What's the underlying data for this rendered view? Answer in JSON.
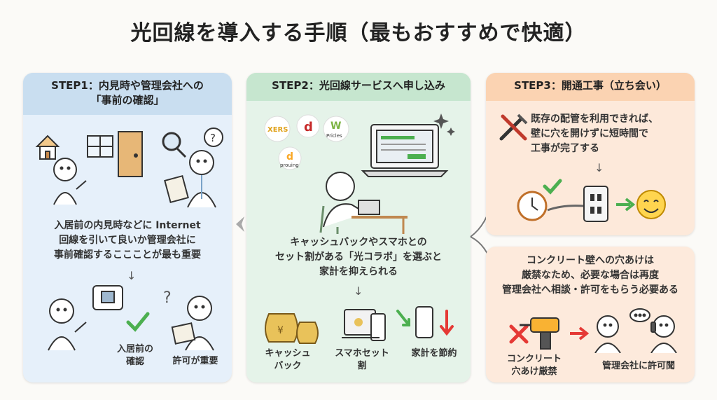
{
  "title": "光回線を導入する手順（最もおすすめで快適）",
  "step1": {
    "header_line1": "STEP1：内見時や管理会社への",
    "header_line2": "「事前の確認」",
    "body_lines": [
      "入居前の内見時などに Internet",
      "回線を引いて良いか管理会社に",
      "事前確認するここことが最も重要"
    ],
    "label_left_1": "入居前の",
    "label_left_2": "確認",
    "label_right": "許可が重要"
  },
  "step2": {
    "header": "STEP2：光回線サービスへ申し込み",
    "logos": [
      "XERS",
      "d",
      "Pricles",
      "prouing"
    ],
    "body_lines": [
      "キャッシュバックやスマホとの",
      "セット割がある「光コラボ」を選ぶと",
      "家計を抑えられる"
    ],
    "label_1_l1": "キャッシュ",
    "label_1_l2": "バック",
    "label_2_l1": "スマホセット",
    "label_2_l2": "割",
    "label_3": "家計を節約"
  },
  "step3": {
    "header": "STEP3：開通工事（立ち会い）",
    "body_lines": [
      "既存の配管を利用できれば、",
      "壁に穴を開けずに短時間で",
      "工事が完了する"
    ],
    "warning_lines": [
      "コンクリート壁への穴あけは",
      "厳禁なため、必要な場合は再度",
      "管理会社へ相談・許可をもらう必要ある"
    ],
    "label_concrete_l1": "コンクリート",
    "label_concrete_l2": "穴あけ厳禁",
    "label_permission": "管理会社に許可聞"
  },
  "colors": {
    "step1_bg": "#e6f0fa",
    "step2_bg": "#e5f3e9",
    "step3_bg": "#fde9da",
    "check_green": "#4caf50",
    "cross_red": "#e53935"
  }
}
